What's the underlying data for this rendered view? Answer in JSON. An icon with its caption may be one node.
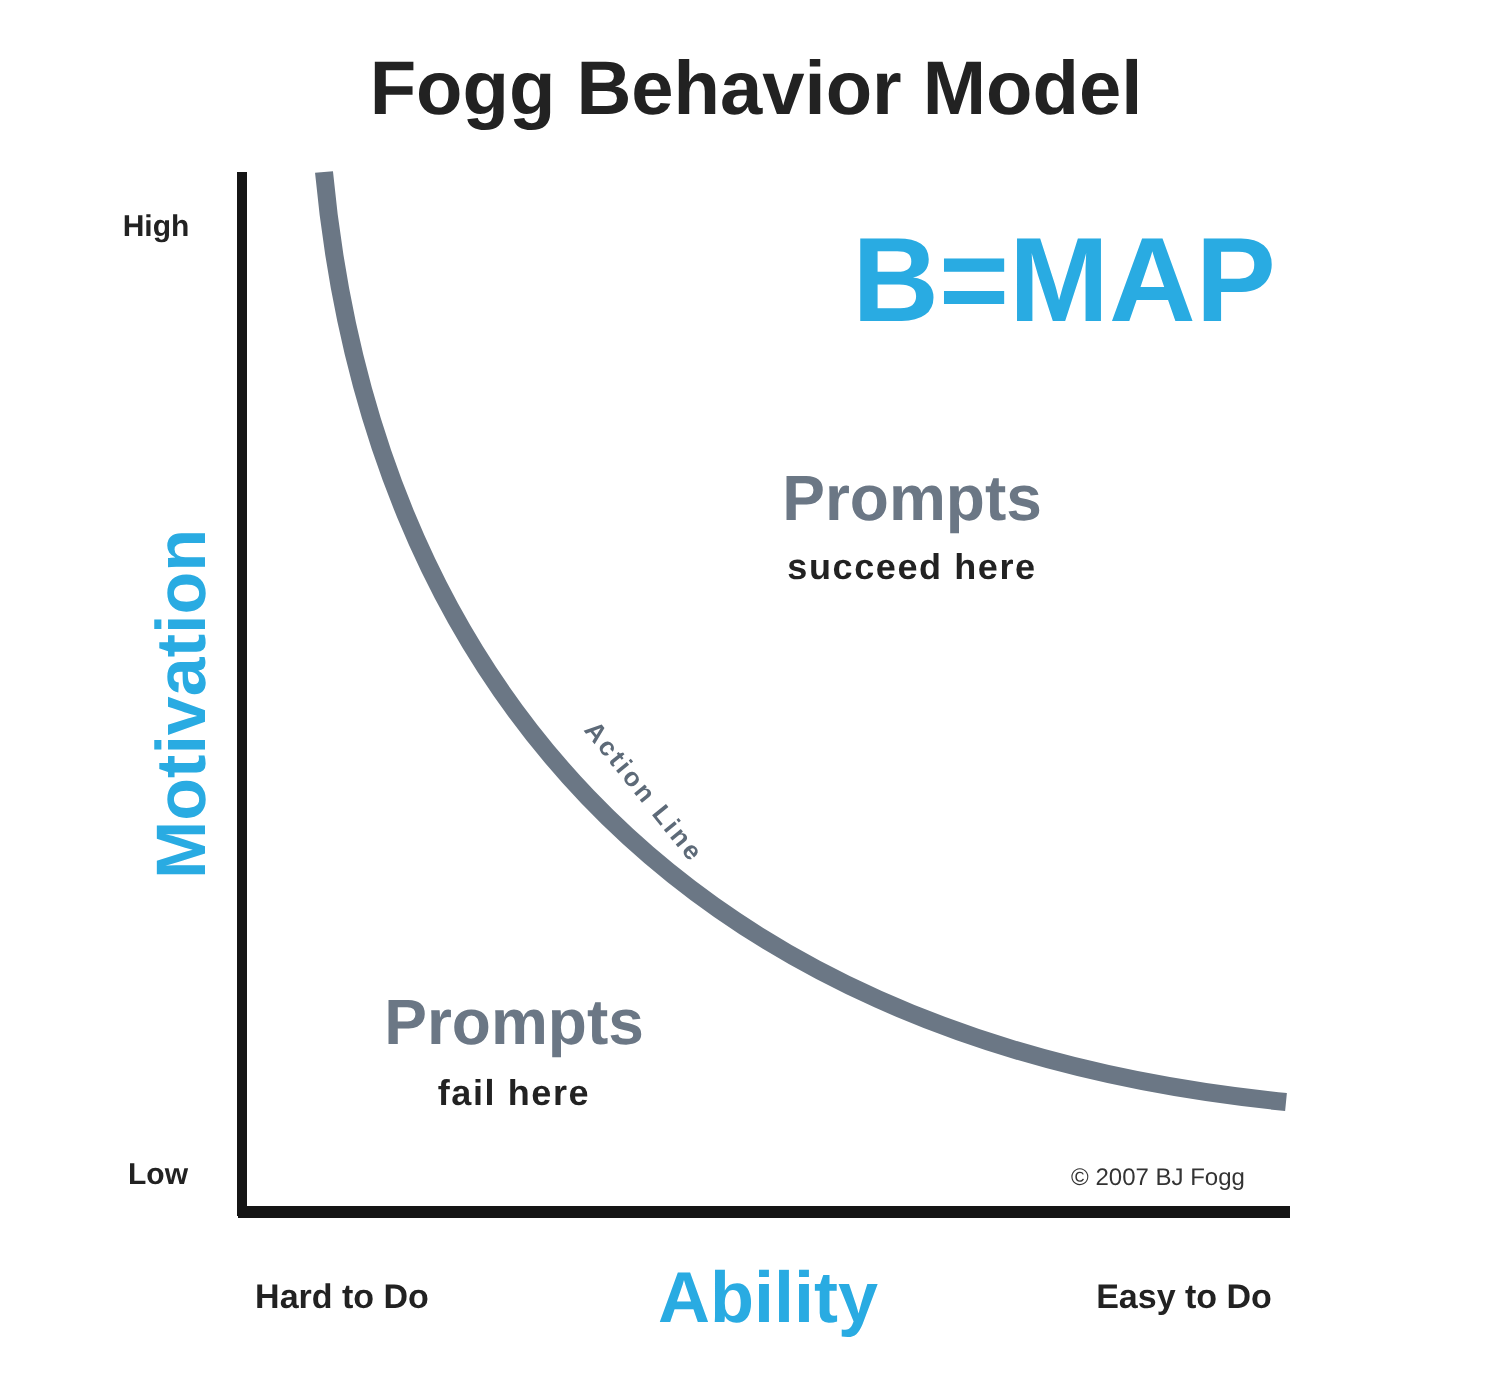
{
  "diagram": {
    "title": "Fogg Behavior Model",
    "labels": [
      "High",
      "B=MAP",
      "Prompts",
      "succeed here",
      "Motivation",
      "Action Line",
      "Prompts",
      "fail here",
      "Low",
      "© 2007 BJ Fogg",
      "Hard to Do",
      "Ability",
      "Easy to Do"
    ]
  }
}
